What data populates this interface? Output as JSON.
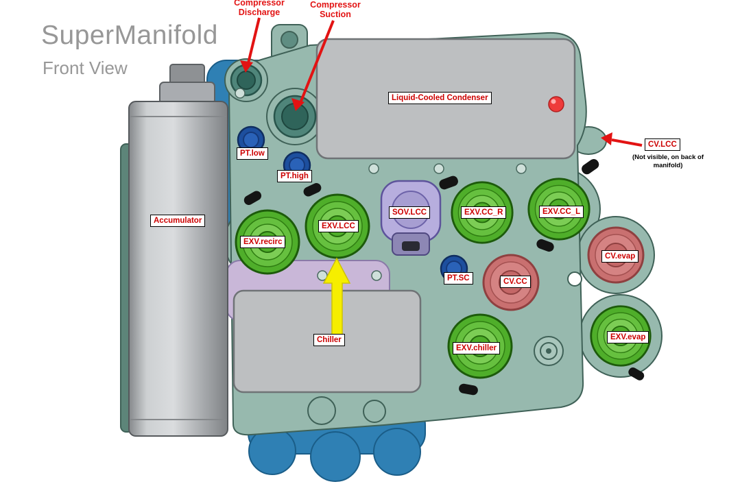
{
  "title": "SuperManifold",
  "subtitle": "Front View",
  "callouts": {
    "compressor_discharge": "Compressor Discharge",
    "compressor_suction": "Compressor Suction",
    "cv_lcc": "CV.LCC",
    "cv_lcc_note": "(Not visible, on back of manifold)"
  },
  "labels": {
    "liquid_cooled_condenser": "Liquid-Cooled Condenser",
    "pt_low": "PT.low",
    "pt_high": "PT.high",
    "accumulator": "Accumulator",
    "exv_recirc": "EXV.recirc",
    "exv_lcc": "EXV.LCC",
    "sov_lcc": "SOV.LCC",
    "exv_cc_r": "EXV.CC_R",
    "exv_cc_l": "EXV.CC_L",
    "cv_evap": "CV.evap",
    "pt_sc": "PT.SC",
    "cv_cc": "CV.CC",
    "chiller": "Chiller",
    "exv_chiller": "EXV.chiller",
    "exv_evap": "EXV.evap"
  },
  "colors": {
    "label_text": "#cc0000",
    "body_teal": "#97b9ae",
    "backplate_blue": "#2f80b4",
    "valve_green": "#4fae2a",
    "valve_red": "#c97070",
    "sensor_blue": "#1d4f9e",
    "sov_purple": "#b7aede",
    "plate_gray": "#bdbfc1",
    "arrow_red": "#e21313",
    "arrow_yellow": "#f6ee00"
  }
}
